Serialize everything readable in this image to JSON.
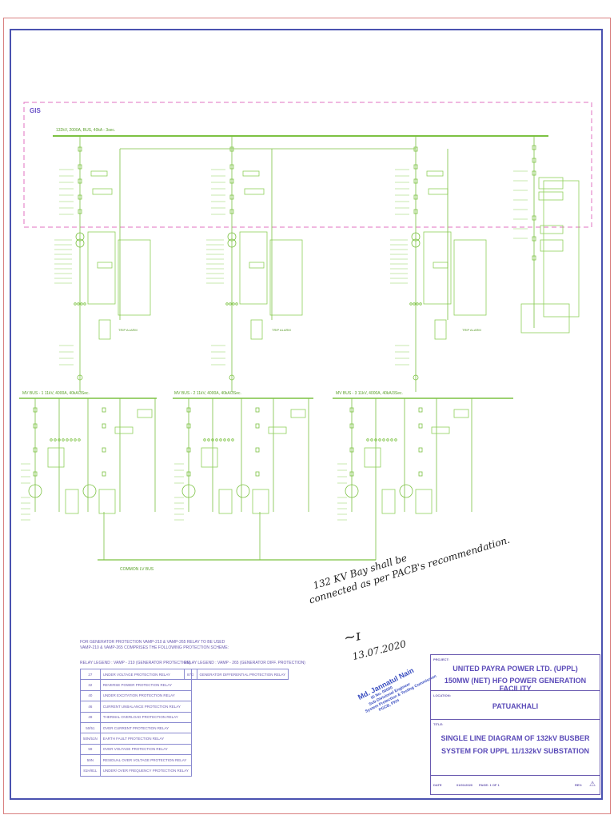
{
  "diagram": {
    "gis_label": "GIS",
    "main_bus": "132kV, 2000A, BUS, 40kA - 3sec.",
    "mv_buses": [
      "MV BUS - 1   11kV, 4000A, 40kA/3Sec.",
      "MV BUS - 2   11kV, 4000A, 40kA/3Sec.",
      "MV BUS - 3   11kV, 4000A, 40kA/3Sec."
    ],
    "common_lv_bus": "COMMON LV BUS",
    "trip_labels": [
      "TRIP ALARM",
      "TRIP ALARM",
      "TRIP ALARM"
    ]
  },
  "notes": {
    "line1": "FOR GENERATOR PROTECTION VAMP-210 & VAMP-265 RELAY TO BE USED",
    "line2": "VAMP-210 & VAMP-265 COMPRISES THE FOLLOWING PROTECTION SCHEME:"
  },
  "legend_gen": {
    "title": "RELAY LEGEND : VAMP - 210 (GENERATOR PROTECTION)",
    "rows": [
      {
        "code": "27",
        "desc": "UNDER VOLTAGE PROTECTION RELAY"
      },
      {
        "code": "32",
        "desc": "REVERSE POWER PROTECTION RELAY"
      },
      {
        "code": "40",
        "desc": "UNDER EXCITATION PROTECTION RELAY"
      },
      {
        "code": "46",
        "desc": "CURRENT UNBALANCE PROTECTION RELAY"
      },
      {
        "code": "49",
        "desc": "THERMAL OVERLOAD PROTECTION RELAY"
      },
      {
        "code": "50/51",
        "desc": "OVER CURRENT PROTECTION RELAY"
      },
      {
        "code": "50N/51N",
        "desc": "EARTH FAULT PROTECTION RELAY"
      },
      {
        "code": "59",
        "desc": "OVER VOLTAGE PROTECTION RELAY"
      },
      {
        "code": "59N",
        "desc": "RESIDUAL OVER VOLTAGE PROTECTION RELAY"
      },
      {
        "code": "81H/81L",
        "desc": "UNDER/ OVER FREQUENCY PROTECTION RELAY"
      }
    ]
  },
  "legend_diff": {
    "title": "RELAY LEGEND : VAMP - 265 (GENERATOR DIFF. PROTECTION)",
    "rows": [
      {
        "code": "87G",
        "desc": "GENERATOR DIFFERENTIAL PROTECTION RELAY"
      }
    ]
  },
  "title_block": {
    "project_tag": "PROJECT:",
    "company": "UNITED PAYRA POWER LTD. (UPPL)",
    "project": "150MW (NET) HFO POWER GENERATION FACILITY",
    "location_tag": "LOCATION:",
    "location": "PATUAKHALI",
    "title_tag": "TITLE:",
    "title_line1": "SINGLE LINE DIAGRAM OF 132kV BUSBER",
    "title_line2": "SYSTEM FOR UPPL 11/132kV SUBSTATION",
    "date_tag": "DATE",
    "date": "01/01/2020",
    "page": "PAGE: 1 OF 1",
    "rev": "REV:"
  },
  "annotation": {
    "line1": "132 KV Bay shall be",
    "line2": "connected as per PACB's recommendation.",
    "date": "13.07.2020"
  },
  "stamp": {
    "name": "Md. Jannatul Nain",
    "id": "ID No. 00000",
    "role1": "Sub-Divisional Engineer",
    "role2": "System Protection & Testing Commission",
    "office": "PGCB, PKH"
  },
  "colors": {
    "line": "#7cc242",
    "box": "#8fd05a",
    "label": "#6a5ab0",
    "gis_frame": "#e070c0",
    "border": "#4a52b0"
  }
}
